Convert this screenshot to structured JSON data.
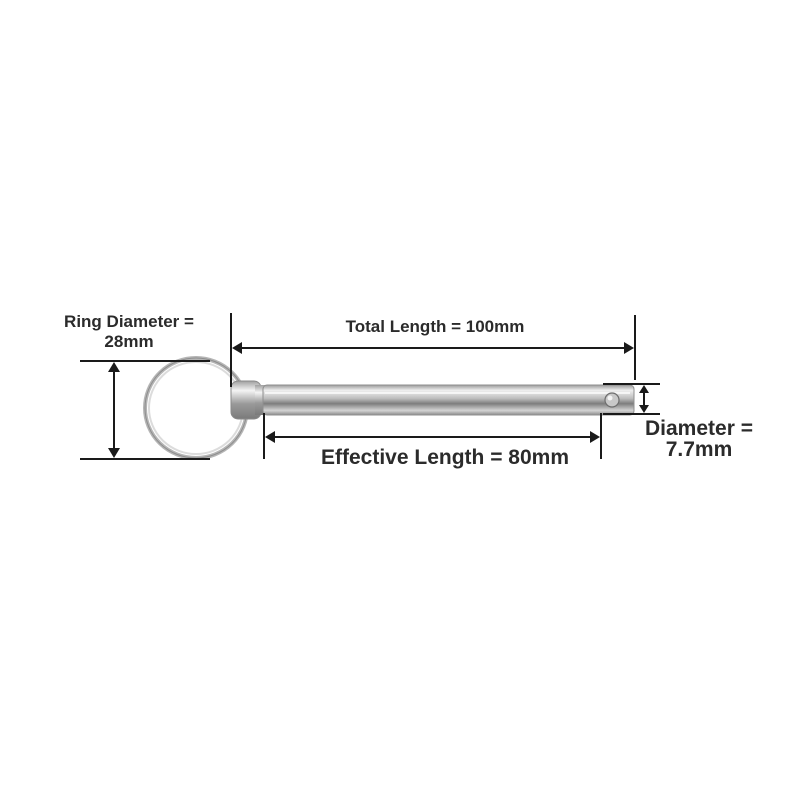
{
  "labels": {
    "ring_diameter": {
      "line1": "Ring Diameter =",
      "line2": "28mm"
    },
    "total_length": "Total Length = 100mm",
    "effective_length": "Effective Length = 80mm",
    "diameter": {
      "line1": "Diameter =",
      "line2": "7.7mm"
    }
  },
  "colors": {
    "background": "#ffffff",
    "dimension_line": "#1a1a1a",
    "text": "#2b2b2b",
    "steel_light": "#e6e6e6",
    "steel_dark": "#8c8c8c"
  }
}
